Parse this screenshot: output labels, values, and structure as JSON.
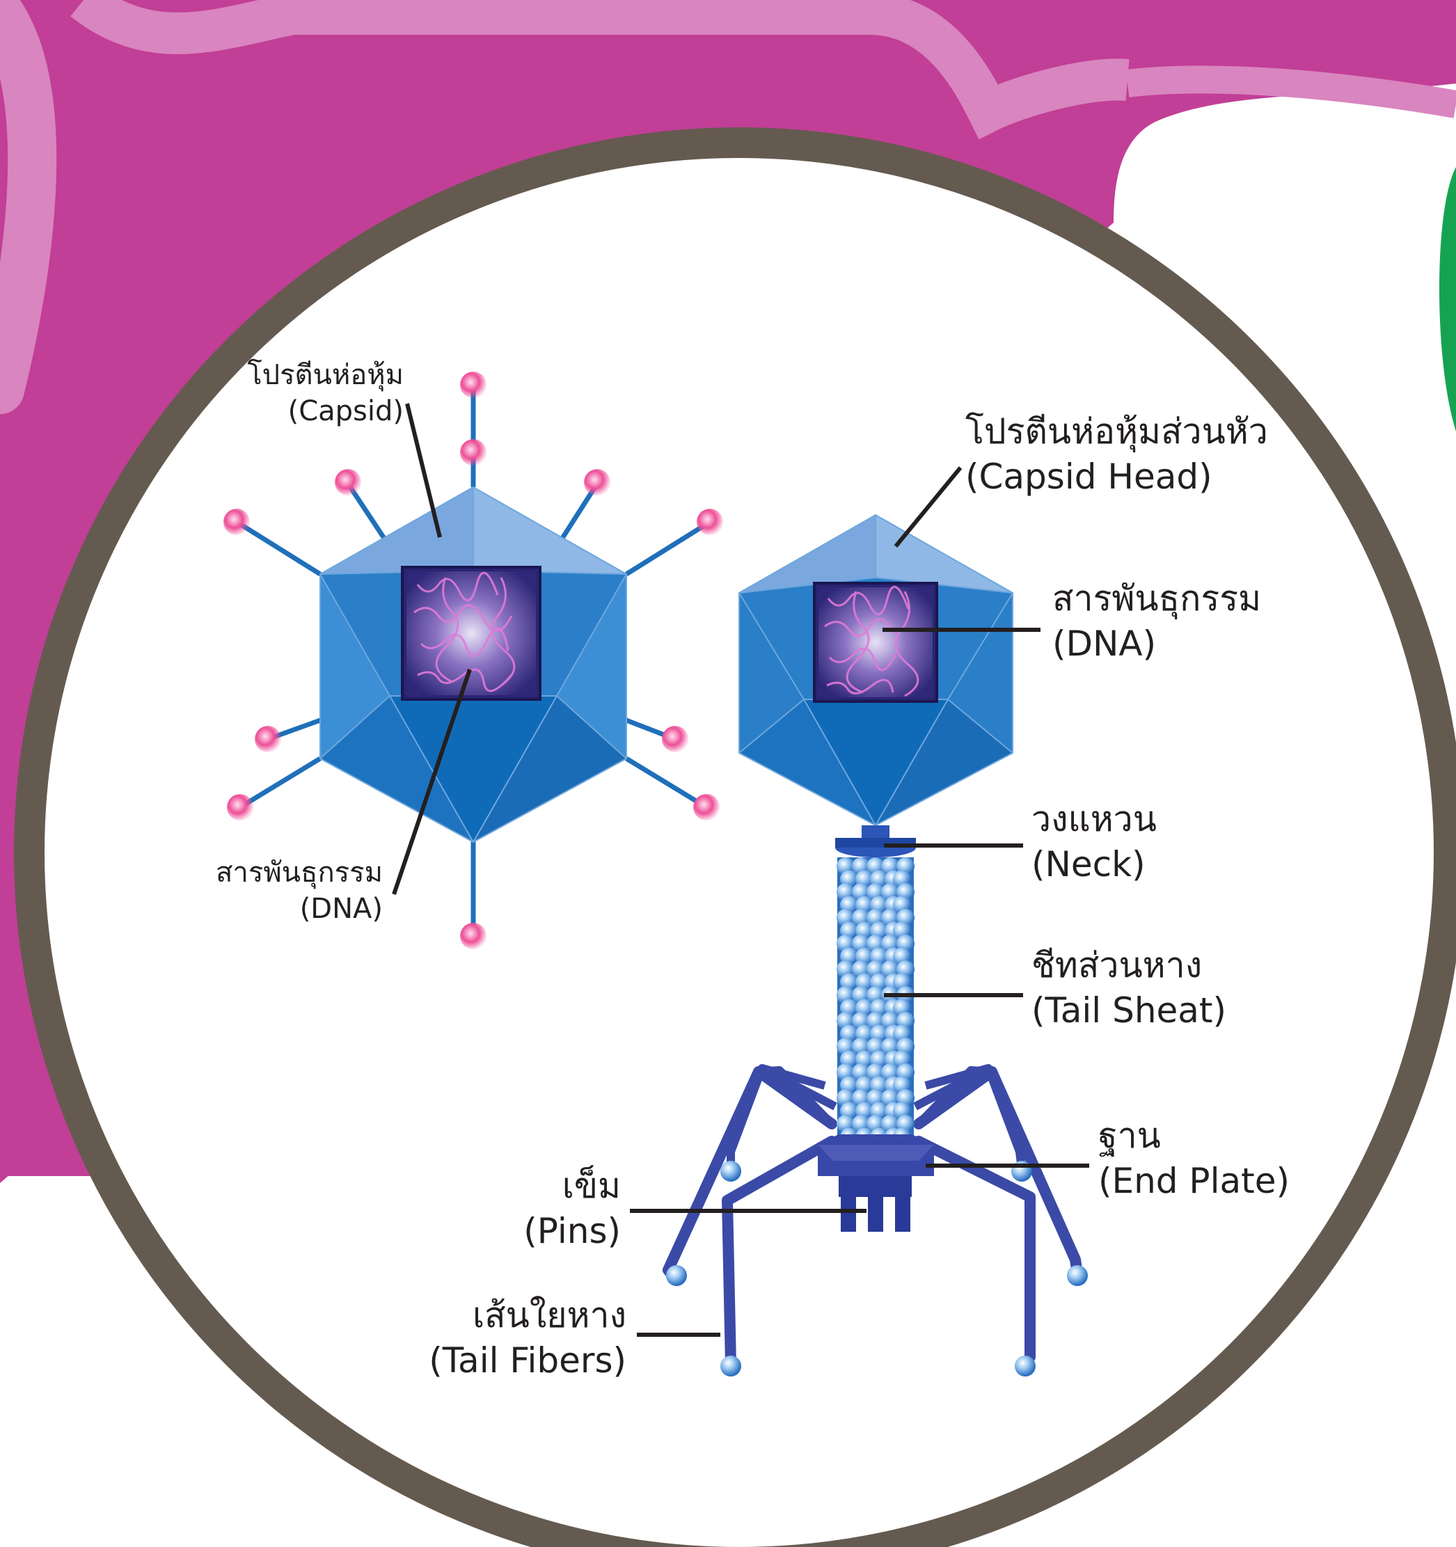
{
  "colors": {
    "background_pink": "#c13f96",
    "circle_border": "#655a50",
    "capsid_blue": "#2a7fc8",
    "dna_purple": "#4a3c96",
    "tail_blue": "#4050a8",
    "fiber_tip_pink": "#e83f8c",
    "accent_green": "#16a351"
  },
  "labels": {
    "capsid": {
      "th": "โปรตีนห่อหุ้ม",
      "en": "(Capsid)"
    },
    "dna_left": {
      "th": "สารพันธุกรรม",
      "en": "(DNA)"
    },
    "capsid_head": {
      "th": "โปรตีนห่อหุ้มส่วนหัว",
      "en": "(Capsid Head)"
    },
    "dna_right": {
      "th": "สารพันธุกรรม",
      "en": "(DNA)"
    },
    "neck": {
      "th": "วงแหวน",
      "en": "(Neck)"
    },
    "tail_sheath": {
      "th": "ชีทส่วนหาง",
      "en": "(Tail Sheat)"
    },
    "end_plate": {
      "th": "ฐาน",
      "en": "(End Plate)"
    },
    "pins": {
      "th": "เข็ม",
      "en": "(Pins)"
    },
    "tail_fibers": {
      "th": "เส้นใยหาง",
      "en": "(Tail Fibers)"
    }
  }
}
